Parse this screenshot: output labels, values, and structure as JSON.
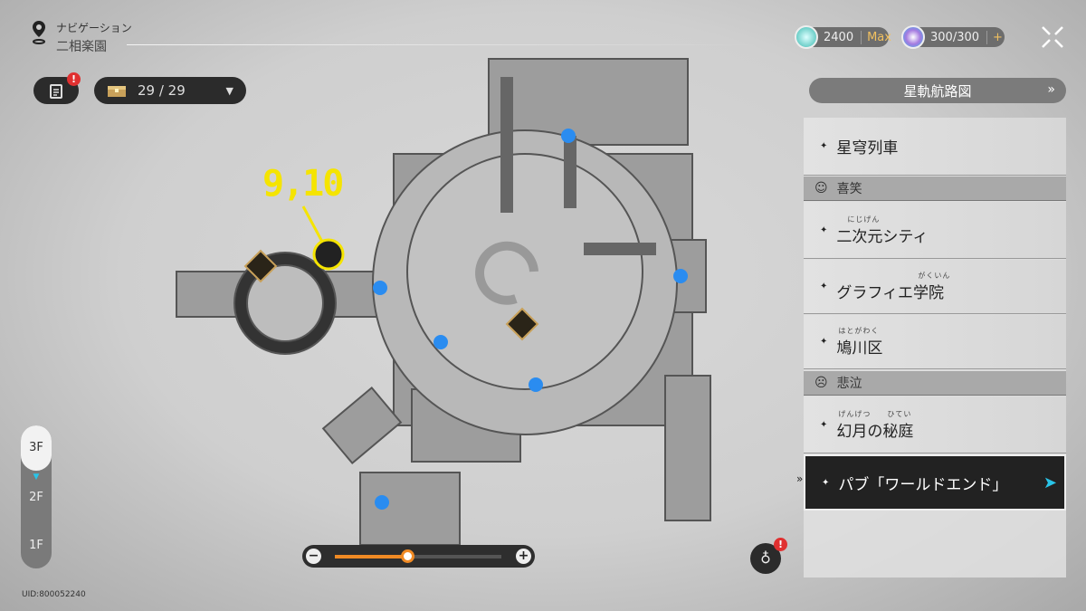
{
  "navigation": {
    "label": "ナビゲーション",
    "location": "二相楽園"
  },
  "quest": {
    "badge": "!"
  },
  "chest": {
    "count": "29 / 29"
  },
  "currency": [
    {
      "value": "2400",
      "suffix": "Max"
    },
    {
      "value": "300/300",
      "suffix": "+"
    }
  ],
  "star_rail_map": {
    "label": "星軌航路図",
    "chevron": "»"
  },
  "list": {
    "items": [
      {
        "label": "星穹列車",
        "ruby": ""
      },
      {
        "category": "喜笑"
      },
      {
        "label": "二次元シティ",
        "ruby": "にじげん"
      },
      {
        "label": "グラフィエ学院",
        "ruby": "がくいん"
      },
      {
        "label": "鳩川区",
        "ruby": "はとがわく"
      },
      {
        "category": "悲泣"
      },
      {
        "label": "幻月の秘庭",
        "ruby": "げんげつ　　ひてい"
      },
      {
        "label": "パブ「ワールドエンド」",
        "ruby": "",
        "selected": true
      }
    ]
  },
  "floors": {
    "items": [
      "3F",
      "2F",
      "1F"
    ],
    "selected": "3F"
  },
  "zoom": {
    "minus": "−",
    "plus": "+",
    "level": 0.4
  },
  "uid": "UID:800052240",
  "annotation": "9,10",
  "map_badge": "!",
  "colors": {
    "accent": "#f08a24",
    "annotation": "#f5e400",
    "marker": "#2a8cf0",
    "selected_arrow": "#29c4e8"
  }
}
